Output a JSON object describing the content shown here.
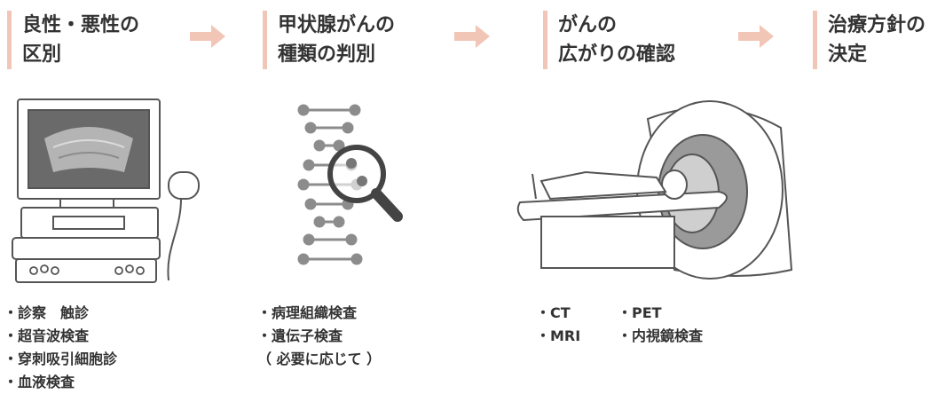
{
  "steps": [
    {
      "line1": "良性・悪性の",
      "line2": "区別"
    },
    {
      "line1": "甲状腺がんの",
      "line2": "種類の判別"
    },
    {
      "line1": "がんの",
      "line2": "広がりの確認"
    },
    {
      "line1": "治療方針の",
      "line2": "決定"
    }
  ],
  "exams": {
    "col1": [
      "・診察　触診",
      "・超音波検査",
      "・穿刺吸引細胞診",
      "・血液検査"
    ],
    "col2": [
      "・病理組織検査",
      "・遺伝子検査",
      "（ 必要に応じて ）"
    ],
    "col3_row1": [
      "・CT",
      "・PET"
    ],
    "col3_row2": [
      "・MRI",
      "・内視鏡検査"
    ]
  },
  "colors": {
    "accent_bar": "#f2c6b6",
    "arrow": "#f2c6b6",
    "text": "#333333",
    "line_art": "#555555",
    "screen": "#6a6a6a",
    "machine_gray": "#9a9a9a"
  },
  "icons": [
    "ultrasound-machine-icon",
    "dna-magnifier-icon",
    "ct-scanner-icon",
    "right-arrow-icon"
  ]
}
